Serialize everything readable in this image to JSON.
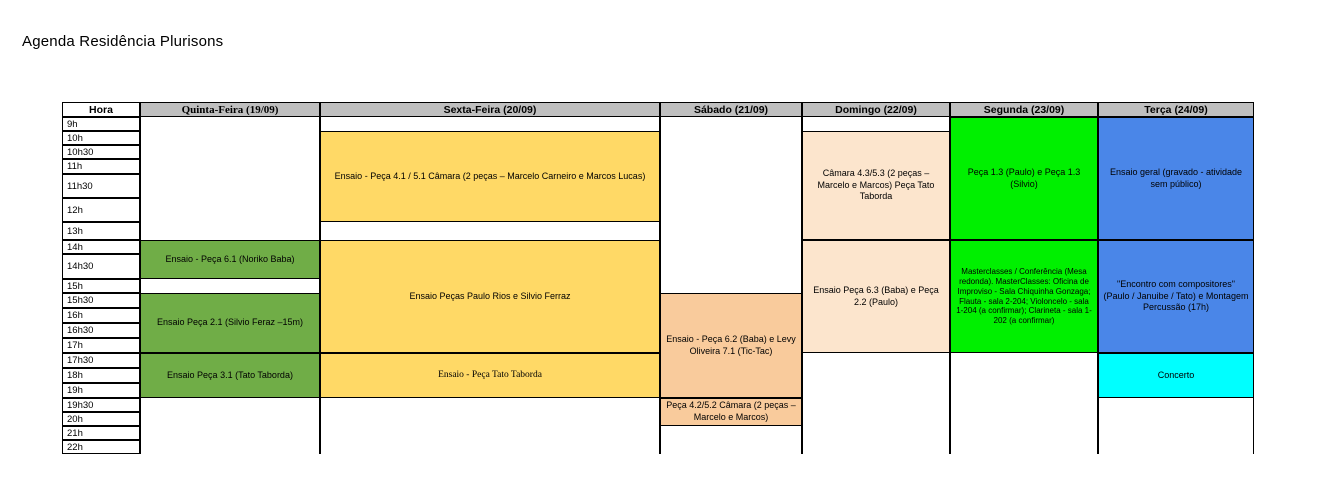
{
  "page": {
    "title": "Agenda Residência Plurisons"
  },
  "table": {
    "hora_header": "Hora",
    "times": [
      "9h",
      "10h",
      "10h30",
      "11h",
      "11h30",
      "12h",
      "13h",
      "14h",
      "14h30",
      "15h",
      "15h30",
      "16h",
      "16h30",
      "17h",
      "17h30",
      "18h",
      "19h",
      "19h30",
      "20h",
      "21h",
      "22h"
    ],
    "colors": {
      "header_bg": "#bfbfbf",
      "yellow": "#ffd966",
      "green_dark": "#70ad47",
      "green_bright": "#00f000",
      "peach": "#f9cb9c",
      "peach_light": "#fce5cd",
      "blue": "#4a86e8",
      "cyan": "#00ffff",
      "white": "#ffffff",
      "border": "#000000"
    },
    "columns": [
      {
        "label": "Quinta-Feira (19/09)",
        "name": "quinta",
        "font": "serif"
      },
      {
        "label": "Sexta-Feira (20/09)",
        "name": "sexta",
        "font": "sans"
      },
      {
        "label": "Sábado (21/09)",
        "name": "sabado",
        "font": "sans"
      },
      {
        "label": "Domingo (22/09)",
        "name": "domingo",
        "font": "sans"
      },
      {
        "label": "Segunda (23/09)",
        "name": "segunda",
        "font": "sans"
      },
      {
        "label": "Terça (24/09)",
        "name": "terca",
        "font": "sans"
      }
    ],
    "events": [
      {
        "day": "sexta",
        "text": "Ensaio - Peça 4.1 / 5.1 Câmara (2 peças – Marcelo Carneiro e Marcos Lucas)",
        "start": "10h",
        "end": "13h",
        "color": "#ffd966"
      },
      {
        "day": "sexta",
        "text": "Ensaio Peças Paulo Rios e Silvio Ferraz",
        "start": "14h",
        "end": "17h30",
        "color": "#ffd966"
      },
      {
        "day": "sexta",
        "text": "Ensaio - Peça Tato Taborda",
        "start": "17h30",
        "end": "19h30",
        "color": "#ffd966",
        "font": "serif"
      },
      {
        "day": "quinta",
        "text": "Ensaio - Peça 6.1 (Noriko Baba)",
        "start": "14h",
        "end": "15h",
        "color": "#70ad47"
      },
      {
        "day": "quinta",
        "text": "Ensaio Peça 2.1 (Silvio Feraz –15m)",
        "start": "15h30",
        "end": "17h30",
        "color": "#70ad47"
      },
      {
        "day": "quinta",
        "text": "Ensaio Peça 3.1 (Tato Taborda)",
        "start": "17h30",
        "end": "19h30",
        "color": "#70ad47"
      },
      {
        "day": "sabado",
        "text": "Ensaio - Peça 6.2 (Baba) e Levy Oliveira 7.1 (Tic-Tac)",
        "start": "15h30",
        "end": "19h30",
        "color": "#f9cb9c"
      },
      {
        "day": "sabado",
        "text": "Peça 4.2/5.2 Câmara (2 peças – Marcelo e Marcos)",
        "start": "19h30",
        "end": "21h",
        "color": "#f9cb9c"
      },
      {
        "day": "domingo",
        "text": "Câmara 4.3/5.3 (2 peças – Marcelo e Marcos) Peça Tato Taborda",
        "start": "10h",
        "end": "14h",
        "color": "#fce5cd"
      },
      {
        "day": "domingo",
        "text": "Ensaio Peça 6.3 (Baba) e Peça 2.2 (Paulo)",
        "start": "14h",
        "end": "17h30",
        "color": "#fce5cd"
      },
      {
        "day": "segunda",
        "text": "Peça 1.3 (Paulo) e Peça 1.3 (Silvio)",
        "start": "9h",
        "end": "14h",
        "color": "#00f000"
      },
      {
        "day": "segunda",
        "text": "Masterclasses / Conferência (Mesa redonda). MasterClasses: Oficina de Improviso - Sala Chiquinha Gonzaga; Flauta - sala 2-204; Violoncelo - sala 1-204 (a confirmar); Clarineta - sala 1-202 (a confirmar)",
        "start": "14h",
        "end": "17h30",
        "color": "#00f000",
        "size": "small"
      },
      {
        "day": "terca",
        "text": "Ensaio geral (gravado - atividade sem público)",
        "start": "9h",
        "end": "14h",
        "color": "#4a86e8"
      },
      {
        "day": "terca",
        "text": "\"Encontro com compositores\" (Paulo / Januibe / Tato) e Montagem Percussão (17h)",
        "start": "14h",
        "end": "17h30",
        "color": "#4a86e8"
      },
      {
        "day": "terca",
        "text": "Concerto",
        "start": "17h30",
        "end": "19h30",
        "color": "#00ffff"
      }
    ]
  }
}
